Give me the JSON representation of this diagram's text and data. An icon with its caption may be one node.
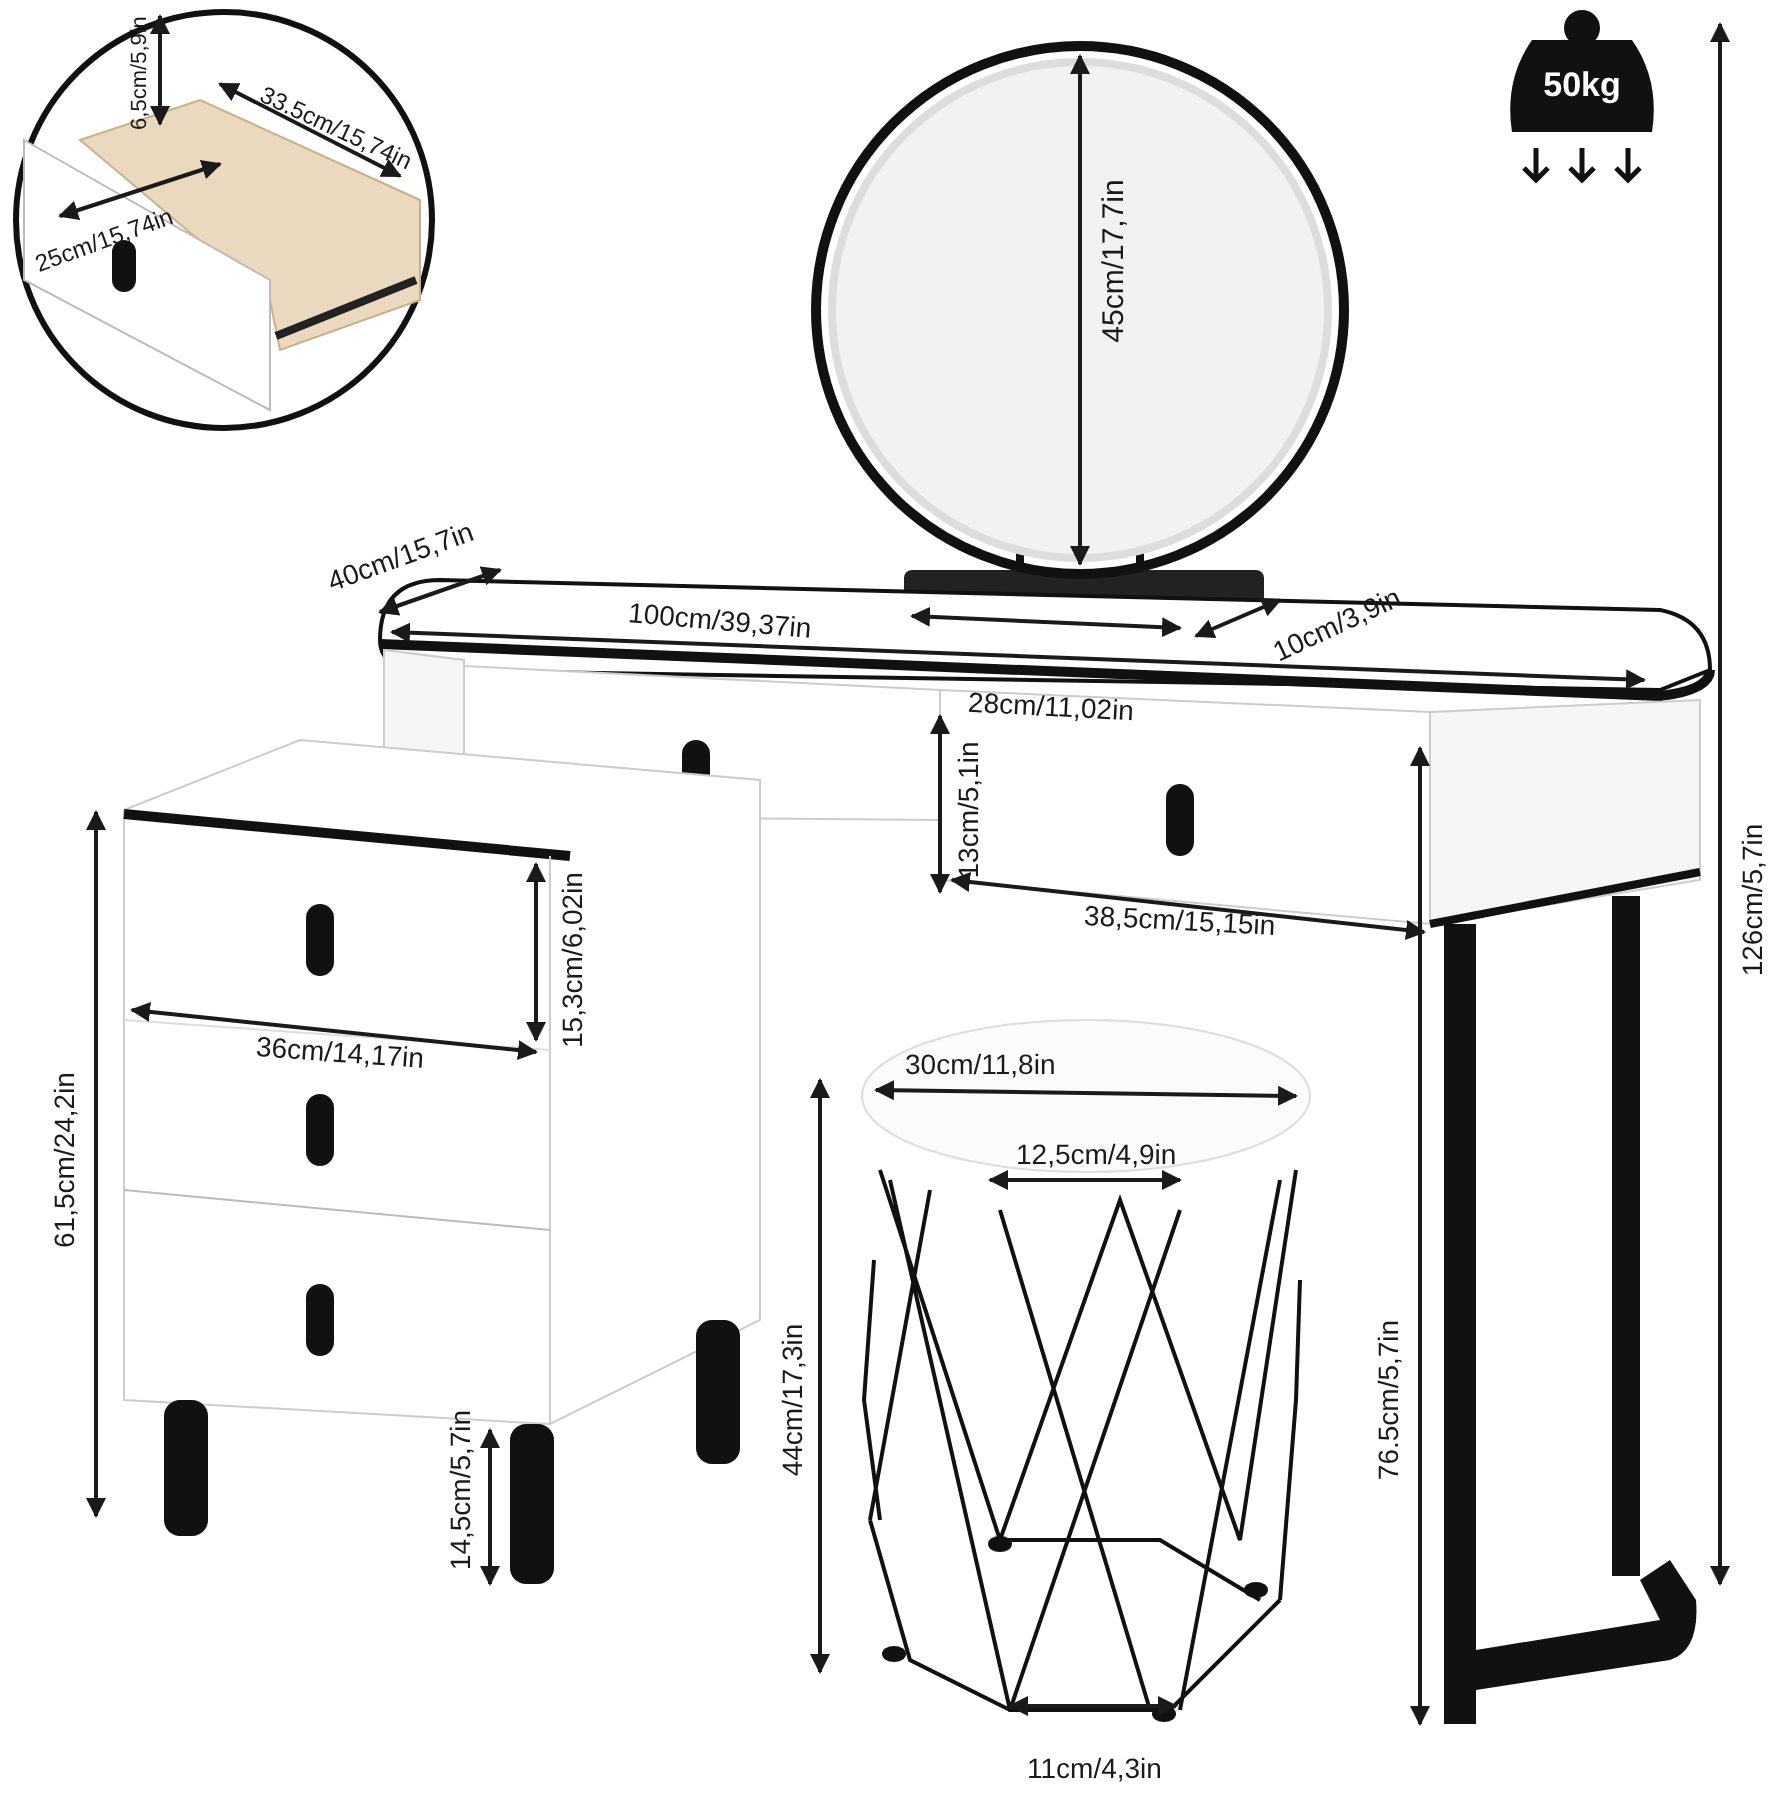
{
  "diagram": {
    "nodes": [
      {
        "text": [
          "50kg"
        ]
      }
    ],
    "labels": [
      "6,5cm/5,9in",
      "33.5cm/15,74in",
      "25cm/15,74in",
      "45cm/17,7in",
      "40cm/15,7in",
      "100cm/39,37in",
      "28cm/11,02in",
      "10cm/3,9in",
      "13cm/5,1in",
      "38,5cm/15,15in",
      "126cm/5,7in",
      "15,3cm/6,02in",
      "36cm/14,17in",
      "61,5cm/24,2in",
      "30cm/11,8in",
      "12,5cm/4,9in",
      "76.5cm/5,7in",
      "44cm/17,3in",
      "14,5cm/5,7in",
      "11cm/4,3in"
    ]
  }
}
